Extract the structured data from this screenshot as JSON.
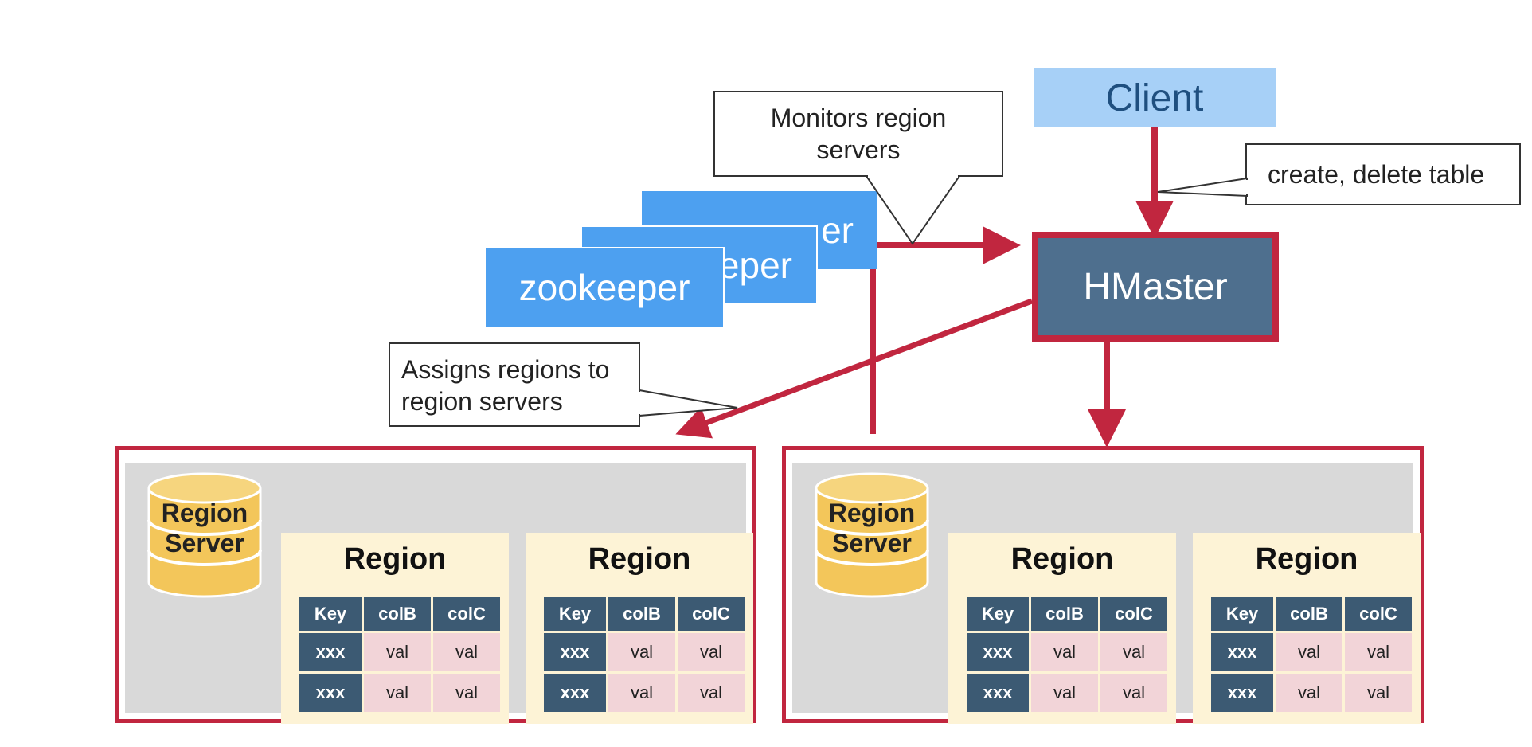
{
  "nodes": {
    "client": "Client",
    "hmaster": "HMaster",
    "zookeeper_front": "zookeeper",
    "zookeeper_middle_partial": "eper",
    "zookeeper_back_partial": "er"
  },
  "callouts": {
    "monitors": "Monitors region servers",
    "create_delete": "create, delete table",
    "assigns": "Assigns regions to region servers"
  },
  "region_servers": [
    {
      "label_line1": "Region",
      "label_line2": "Server",
      "regions": [
        {
          "title": "Region",
          "headers": [
            "Key",
            "colB",
            "colC"
          ],
          "rows": [
            [
              "xxx",
              "val",
              "val"
            ],
            [
              "xxx",
              "val",
              "val"
            ]
          ]
        },
        {
          "title": "Region",
          "headers": [
            "Key",
            "colB",
            "colC"
          ],
          "rows": [
            [
              "xxx",
              "val",
              "val"
            ],
            [
              "xxx",
              "val",
              "val"
            ]
          ]
        }
      ]
    },
    {
      "label_line1": "Region",
      "label_line2": "Server",
      "regions": [
        {
          "title": "Region",
          "headers": [
            "Key",
            "colB",
            "colC"
          ],
          "rows": [
            [
              "xxx",
              "val",
              "val"
            ],
            [
              "xxx",
              "val",
              "val"
            ]
          ]
        },
        {
          "title": "Region",
          "headers": [
            "Key",
            "colB",
            "colC"
          ],
          "rows": [
            [
              "xxx",
              "val",
              "val"
            ],
            [
              "xxx",
              "val",
              "val"
            ]
          ]
        }
      ]
    }
  ],
  "colors": {
    "accent_red": "#c1263f",
    "zookeeper_blue": "#4da0f0",
    "client_blue": "#a7d0f7",
    "hmaster_slate": "#4e6f8e",
    "region_bg": "#fdf3d6",
    "key_cell": "#3c5a73",
    "val_cell": "#f2d4d8",
    "cylinder_gold": "#f3c65a"
  }
}
